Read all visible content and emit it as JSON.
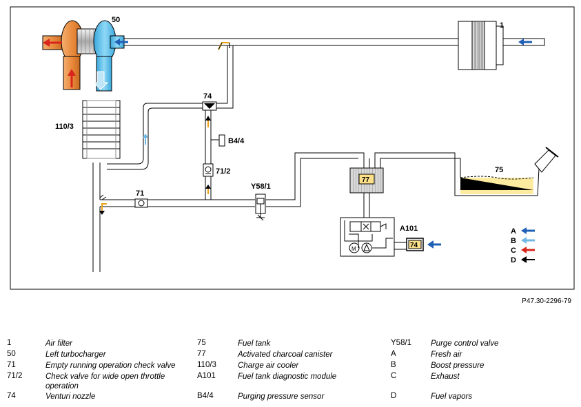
{
  "diagram": {
    "labels": {
      "n1": "1",
      "n50": "50",
      "n110_3": "110/3",
      "n74_top": "74",
      "nb4_4": "B4/4",
      "n71_2": "71/2",
      "n71": "71",
      "ny58_1": "Y58/1",
      "n77": "77",
      "n75": "75",
      "na101": "A101",
      "n74_module": "74"
    },
    "flow_legend": [
      {
        "key": "A",
        "color": "#1f5fb5"
      },
      {
        "key": "B",
        "color": "#6fb8e6"
      },
      {
        "key": "C",
        "color": "#d9261c"
      },
      {
        "key": "D",
        "color": "#000000"
      }
    ],
    "colors": {
      "fresh_air": "#1f5fb5",
      "boost": "#6fb8e6",
      "exhaust": "#d9261c",
      "vapor": "#000000",
      "fuel": "#fdeba0",
      "turbo_hot": "#e98a3c",
      "turbo_cold": "#5ec4ee",
      "pipe": "#ffffff",
      "outline": "#000000"
    }
  },
  "reference": "P47.30-2296-79",
  "legend": [
    {
      "key": "1",
      "value": "Air filter"
    },
    {
      "key": "50",
      "value": "Left turbocharger"
    },
    {
      "key": "71",
      "value": "Empty running operation check valve"
    },
    {
      "key": "71/2",
      "value": "Check valve for wide open throttle operation"
    },
    {
      "key": "74",
      "value": "Venturi nozzle"
    },
    {
      "key": "75",
      "value": "Fuel tank"
    },
    {
      "key": "77",
      "value": "Activated charcoal canister"
    },
    {
      "key": "110/3",
      "value": "Charge air cooler"
    },
    {
      "key": "A101",
      "value": "Fuel tank diagnostic module"
    },
    {
      "key": "B4/4",
      "value": "Purging pressure sensor"
    },
    {
      "key": "Y58/1",
      "value": "Purge control valve"
    },
    {
      "key": "A",
      "value": "Fresh air"
    },
    {
      "key": "B",
      "value": "Boost pressure"
    },
    {
      "key": "C",
      "value": "Exhaust"
    },
    {
      "key": "D",
      "value": "Fuel vapors"
    }
  ]
}
